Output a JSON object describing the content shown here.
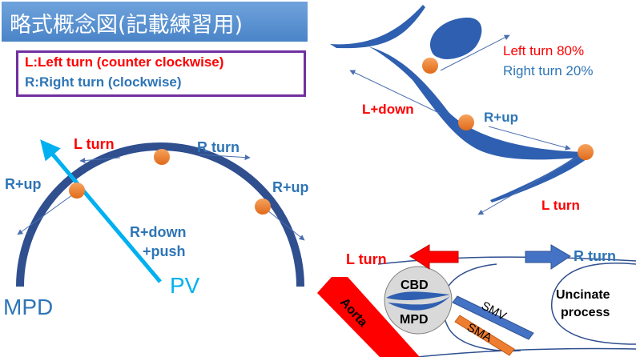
{
  "title": "略式概念図(記載練習用)",
  "legend": {
    "left_line": "L:Left turn (counter clockwise)",
    "right_line": "R:Right turn (clockwise)"
  },
  "arch_diagram": {
    "l_turn": "L turn",
    "r_turn": "R turn",
    "r_up_left": "R+up",
    "r_up_right": "R+up",
    "r_down_line1": "R+down",
    "r_down_line2": "+push",
    "mpd": "MPD",
    "pv": "PV"
  },
  "duct_diagram": {
    "left_turn_pct": "Left turn 80%",
    "right_turn_pct": "Right turn 20%",
    "l_down": "L+down",
    "r_up": "R+up",
    "l_turn": "L turn"
  },
  "anatomy_diagram": {
    "l_turn": "L turn",
    "r_turn": "R turn",
    "cbd": "CBD",
    "mpd": "MPD",
    "smv": "SMV",
    "sma": "SMA",
    "uncinate_line1": "Uncinate",
    "uncinate_line2": "process",
    "aorta": "Aorta"
  },
  "colors": {
    "title_bg": "#5b95d5",
    "red": "#ff0000",
    "blue": "#2e75b6",
    "navy": "#2f4f8f",
    "orange": "#ed7d31",
    "light_blue": "#00b0f0",
    "purple": "#7030a0"
  }
}
